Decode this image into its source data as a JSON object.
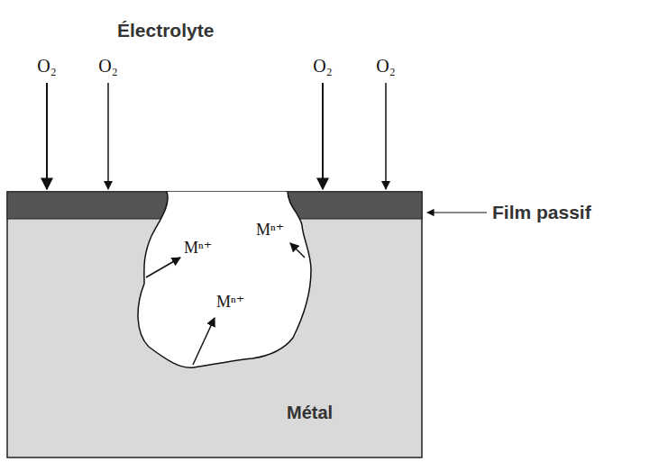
{
  "diagram": {
    "labels": [
      "Électrolyte",
      "O₂",
      "O₂",
      "O₂",
      "O₂",
      "Film passif",
      "Mⁿ⁺",
      "Mⁿ⁺",
      "Mⁿ⁺",
      "Métal"
    ]
  }
}
